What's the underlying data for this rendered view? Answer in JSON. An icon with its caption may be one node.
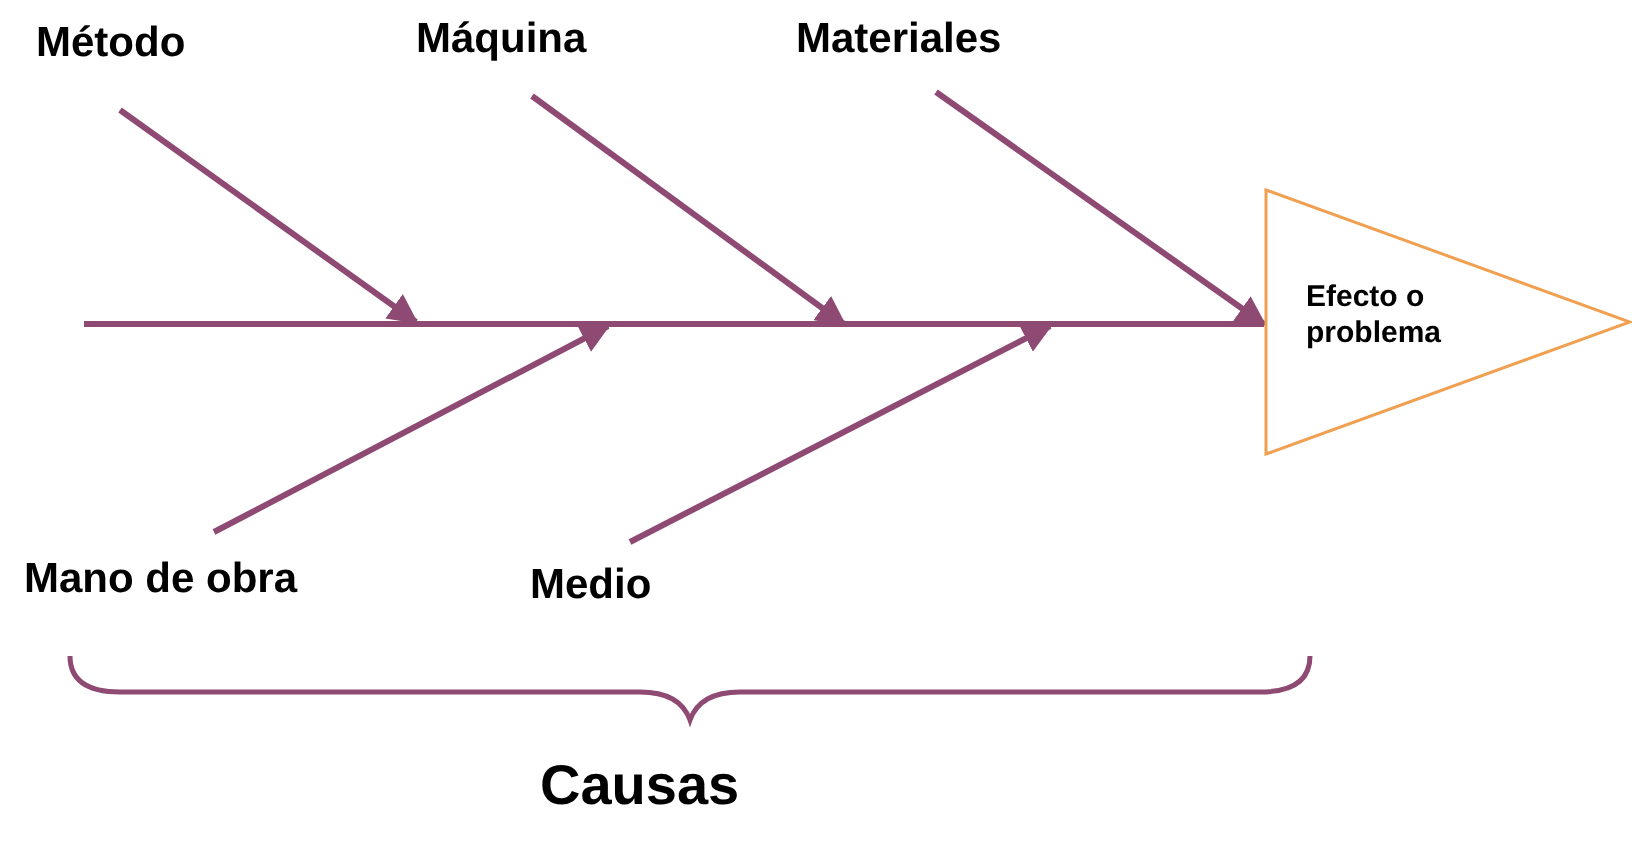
{
  "diagram": {
    "nodes": [
      {
        "text": [
          "Método"
        ]
      },
      {
        "text": [
          "Máquina"
        ]
      },
      {
        "text": [
          "Materiales"
        ]
      },
      {
        "text": [
          "Mano de obra"
        ]
      },
      {
        "text": [
          "Medio"
        ]
      },
      {
        "text": [
          "Efecto o problema"
        ]
      }
    ],
    "edges": [
      {
        "from": null,
        "to": 5,
        "arrow": "none"
      },
      {
        "from": 0,
        "to": null,
        "arrow": "to"
      },
      {
        "from": 1,
        "to": null,
        "arrow": "to"
      },
      {
        "from": 2,
        "to": 5,
        "arrow": "to"
      },
      {
        "from": 3,
        "to": null,
        "arrow": "to"
      },
      {
        "from": 4,
        "to": null,
        "arrow": "to"
      }
    ],
    "labels": [
      "Causas"
    ]
  }
}
